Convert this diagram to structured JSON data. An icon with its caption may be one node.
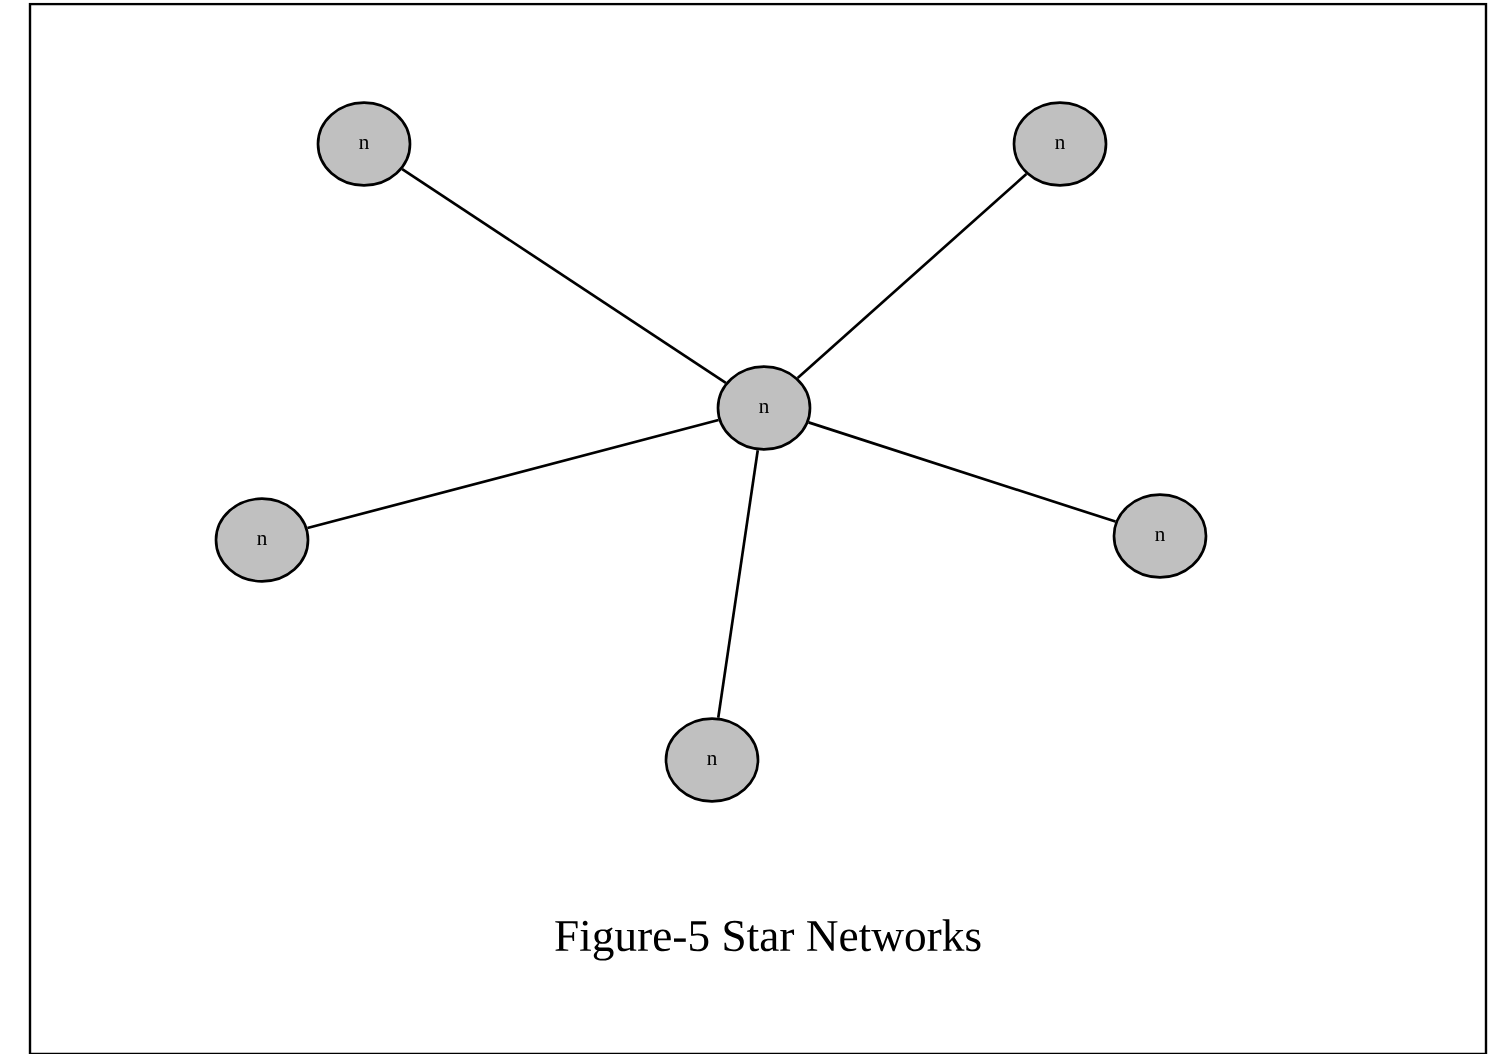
{
  "diagram": {
    "caption": "Figure-5 Star Networks",
    "nodes": [
      {
        "text": [
          "n"
        ]
      },
      {
        "text": [
          "n"
        ]
      },
      {
        "text": [
          "n"
        ]
      },
      {
        "text": [
          "n"
        ]
      },
      {
        "text": [
          "n"
        ]
      },
      {
        "text": [
          "n"
        ]
      }
    ],
    "edges": [
      {
        "from": 2,
        "to": 0,
        "arrow": "none"
      },
      {
        "from": 2,
        "to": 1,
        "arrow": "none"
      },
      {
        "from": 2,
        "to": 3,
        "arrow": "none"
      },
      {
        "from": 2,
        "to": 4,
        "arrow": "none"
      },
      {
        "from": 2,
        "to": 5,
        "arrow": "none"
      }
    ]
  }
}
